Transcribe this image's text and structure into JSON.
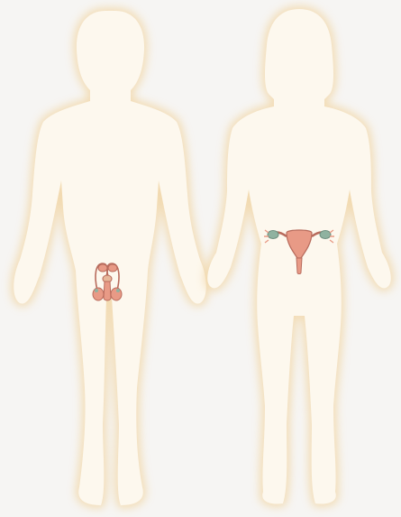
{
  "colors": {
    "page_bg": "#f6f5f3",
    "body_fill": "#fdf8ee",
    "body_glow": "#f4d9a8",
    "organ_fill": "#e89a86",
    "organ_stroke": "#b86b5c",
    "organ_accent": "#8fb2a0"
  },
  "figures": [
    {
      "id": "male",
      "organs": [
        "testes",
        "seminal-vesicles",
        "vas-deferens",
        "penis"
      ]
    },
    {
      "id": "female",
      "organs": [
        "uterus",
        "fallopian-tubes",
        "ovaries",
        "vagina"
      ]
    }
  ]
}
